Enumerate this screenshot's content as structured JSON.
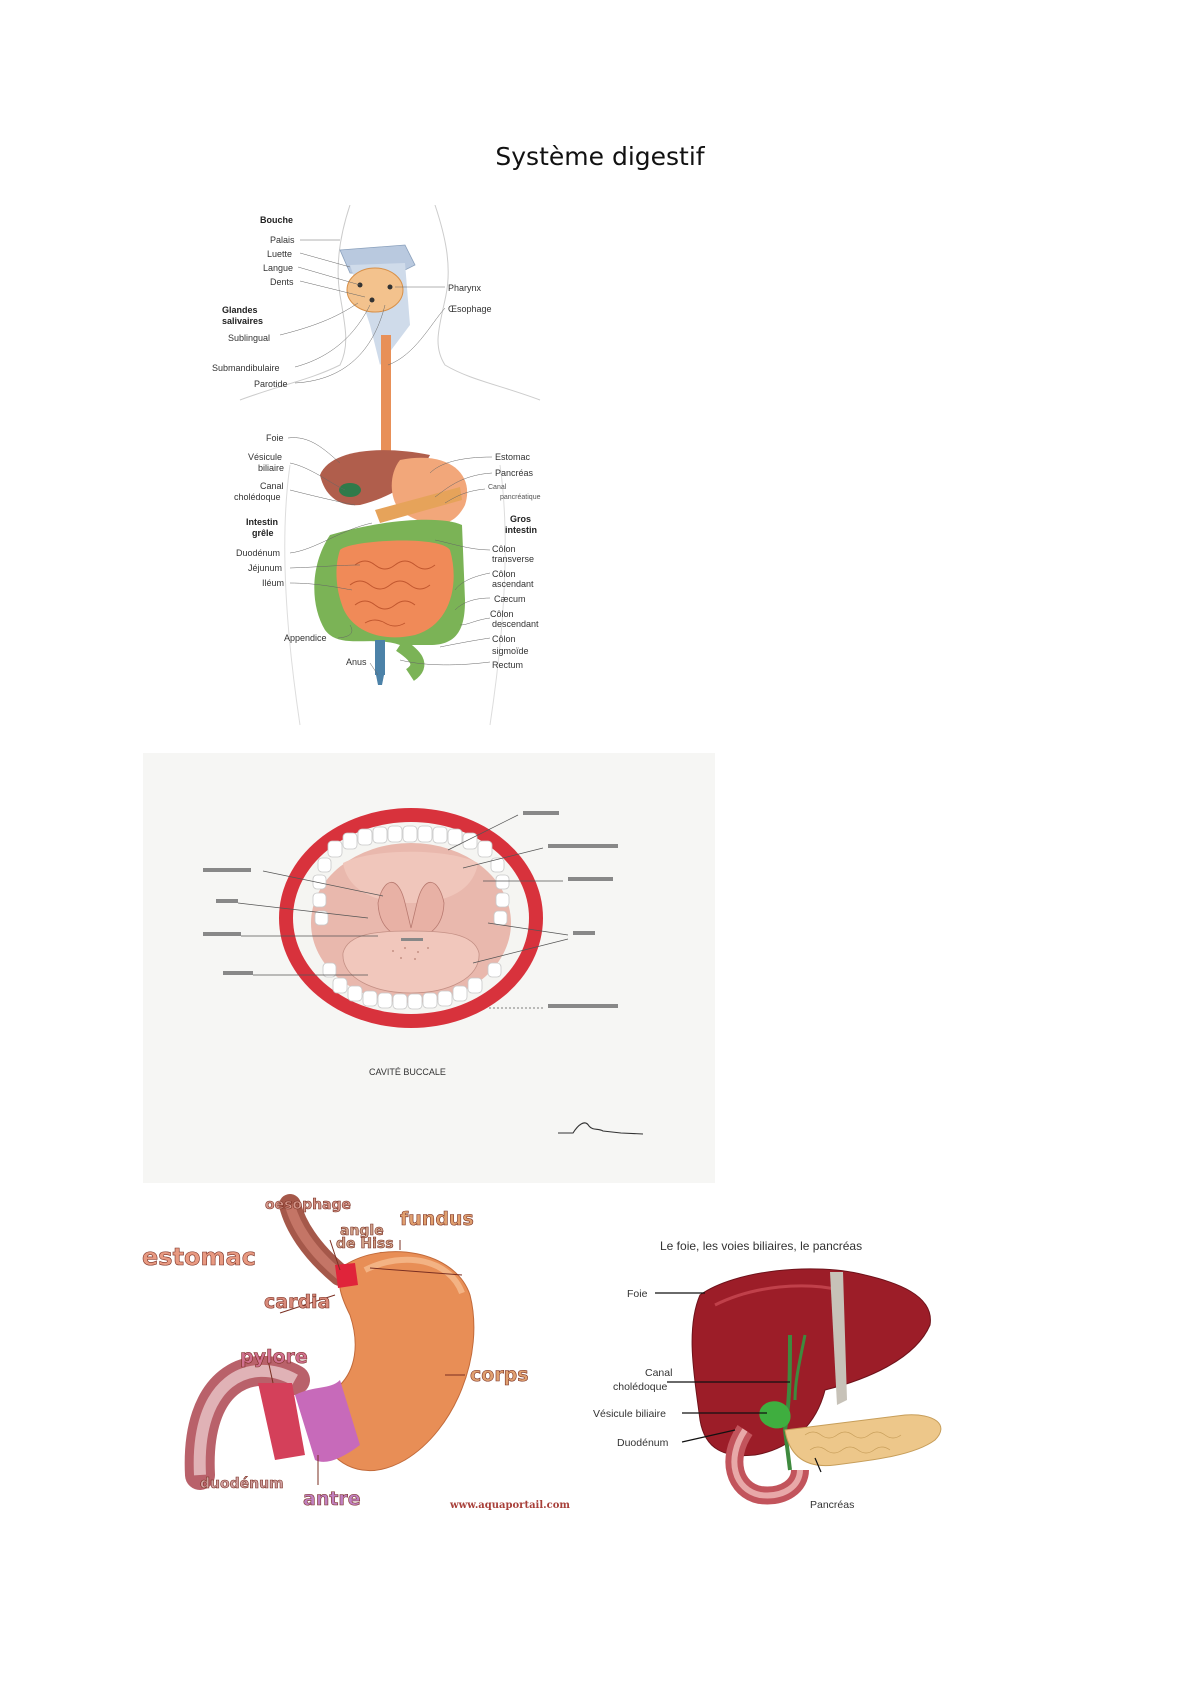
{
  "page": {
    "title": "Système digestif"
  },
  "figure1": {
    "labels_left": {
      "bouche": "Bouche",
      "palais": "Palais",
      "luette": "Luette",
      "langue": "Langue",
      "dents": "Dents",
      "glandes": [
        "Glandes",
        "salivaires"
      ],
      "sublingual": "Sublingual",
      "submandibulaire": "Submandibulaire",
      "parotide": "Parotide",
      "foie": "Foie",
      "vesicule": [
        "Vésicule",
        "biliaire"
      ],
      "canal": [
        "Canal",
        "cholédoque"
      ],
      "intestin": [
        "Intestin",
        "grêle"
      ],
      "duodenum": "Duodénum",
      "jejunum": "Jéjunum",
      "ileum": "Iléum",
      "appendice": "Appendice",
      "anus": "Anus"
    },
    "labels_right": {
      "pharynx": "Pharynx",
      "oesophage": "Œsophage",
      "estomac": "Estomac",
      "pancreas": "Pancréas",
      "canal_panc": [
        "Canal",
        "pancréatique"
      ],
      "gros": [
        "Gros",
        "intestin"
      ],
      "colon_t": [
        "Côlon",
        "transverse"
      ],
      "colon_a": [
        "Côlon",
        "ascendant"
      ],
      "caecum": "Cæcum",
      "colon_d": [
        "Côlon",
        "descendant"
      ],
      "colon_s": [
        "Côlon",
        "sigmoïde"
      ],
      "rectum": "Rectum"
    }
  },
  "figure2": {
    "caption": "CAVITÉ BUCCALE"
  },
  "figure3": {
    "oesophage": "oesophage",
    "angle": [
      "angle",
      "de Hiss"
    ],
    "fundus": "fundus",
    "estomac": "estomac",
    "cardia": "cardia",
    "pylore": "pylore",
    "corps": "corps",
    "duodenum": "duodénum",
    "antre": "antre",
    "website": "www.aquaportail.com"
  },
  "figure4": {
    "title": "Le foie, les voies biliaires, le pancréas",
    "foie": "Foie",
    "canal": [
      "Canal",
      "cholédoque"
    ],
    "vesicule": "Vésicule biliaire",
    "duodenum": "Duodénum",
    "pancreas": "Pancréas"
  },
  "colors": {
    "stomach": "#e8925a",
    "liver": "#9c1d28",
    "small_intestine": "#f0885a",
    "large_intestine": "#6aab4a",
    "lips": "#d8303a"
  }
}
